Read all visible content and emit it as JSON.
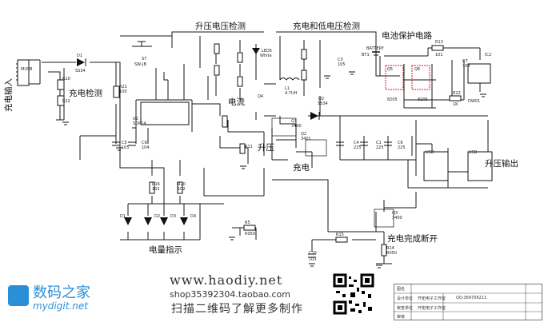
{
  "titles": {
    "boost_detect": "升压电压检测",
    "charge_low_detect": "充电和低电压检测",
    "battery_protect": "电池保护电路",
    "charge_input": "充电输入",
    "charge_detect": "充电检测",
    "level_indicator": "电量指示",
    "charge_complete_off": "充电完成断开",
    "boost_output": "升压输出",
    "boost": "升压",
    "charge": "充电",
    "current": "电流"
  },
  "components": {
    "J_ic2": "IC2",
    "u2": "U2",
    "u2_pkg": "SOP14",
    "d1": "D1",
    "d1_val": "SS34",
    "s7": "S7",
    "s7_val": "SW-JB",
    "led5": "LED5",
    "led5_val": "White",
    "l1": "L1",
    "l1_val": "4.7UH",
    "q4": "Q4",
    "q1": "Q1",
    "q1_val": "3400",
    "q2": "Q2",
    "q2_val": "3401",
    "q3": "Q3",
    "q3_val": "3400",
    "d2": "D2",
    "d2_val": "SS34",
    "bt1": "BT1",
    "battery": "BATTERY",
    "q5": "Q5",
    "q6": "Q6",
    "q5_val": "8205",
    "q6_val": "8205",
    "ic2_label": "DW01",
    "r13": "R13",
    "r13_val": "101",
    "r22": "R22",
    "r22_val": "1K",
    "c7": "C7",
    "c7_val": "104",
    "c3": "C3",
    "c3_val": "105",
    "r21": "R21",
    "r21_val": "100",
    "c5": "C5",
    "c5_val": "105",
    "c9": "C9",
    "c9_val": "104",
    "c4": "C4",
    "c4_val": "225",
    "c1": "C1",
    "c1_val": "225",
    "c6": "C6",
    "c6_val": "225",
    "c10": "C10",
    "c10_val": "103",
    "r5": "R5",
    "r5_val": "R050",
    "r14": "R14",
    "r14_val": "R050",
    "r15": "R15",
    "r16": "R16",
    "r20": "R20",
    "r16_val": "102",
    "r20_val": "102",
    "r11": "R11",
    "r10": "R10",
    "r12": "R12",
    "usb_label": "MUSB",
    "usb_out1": "USB",
    "usb_out2": "USB",
    "d_leds": [
      "D1",
      "D2",
      "D3",
      "D4"
    ]
  },
  "watermark": {
    "logo_cn": "数码之家",
    "logo_en": "mydigit.net",
    "site": "www.haodiy.net",
    "shop": "shop35392304.taobao.com",
    "scan": "扫描二维码了解更多制作"
  },
  "title_block": {
    "name_label": "图名",
    "design_label": "设计单位",
    "design_value": "开拓电子工作室",
    "qq": "QQ:369706211",
    "review_label": "审查单位",
    "review_value": "开拓电子工作室",
    "check_label": "审核"
  },
  "colors": {
    "line": "#1a1a1a",
    "watermark_blue": "#2b8fd6",
    "background": "#ffffff"
  }
}
